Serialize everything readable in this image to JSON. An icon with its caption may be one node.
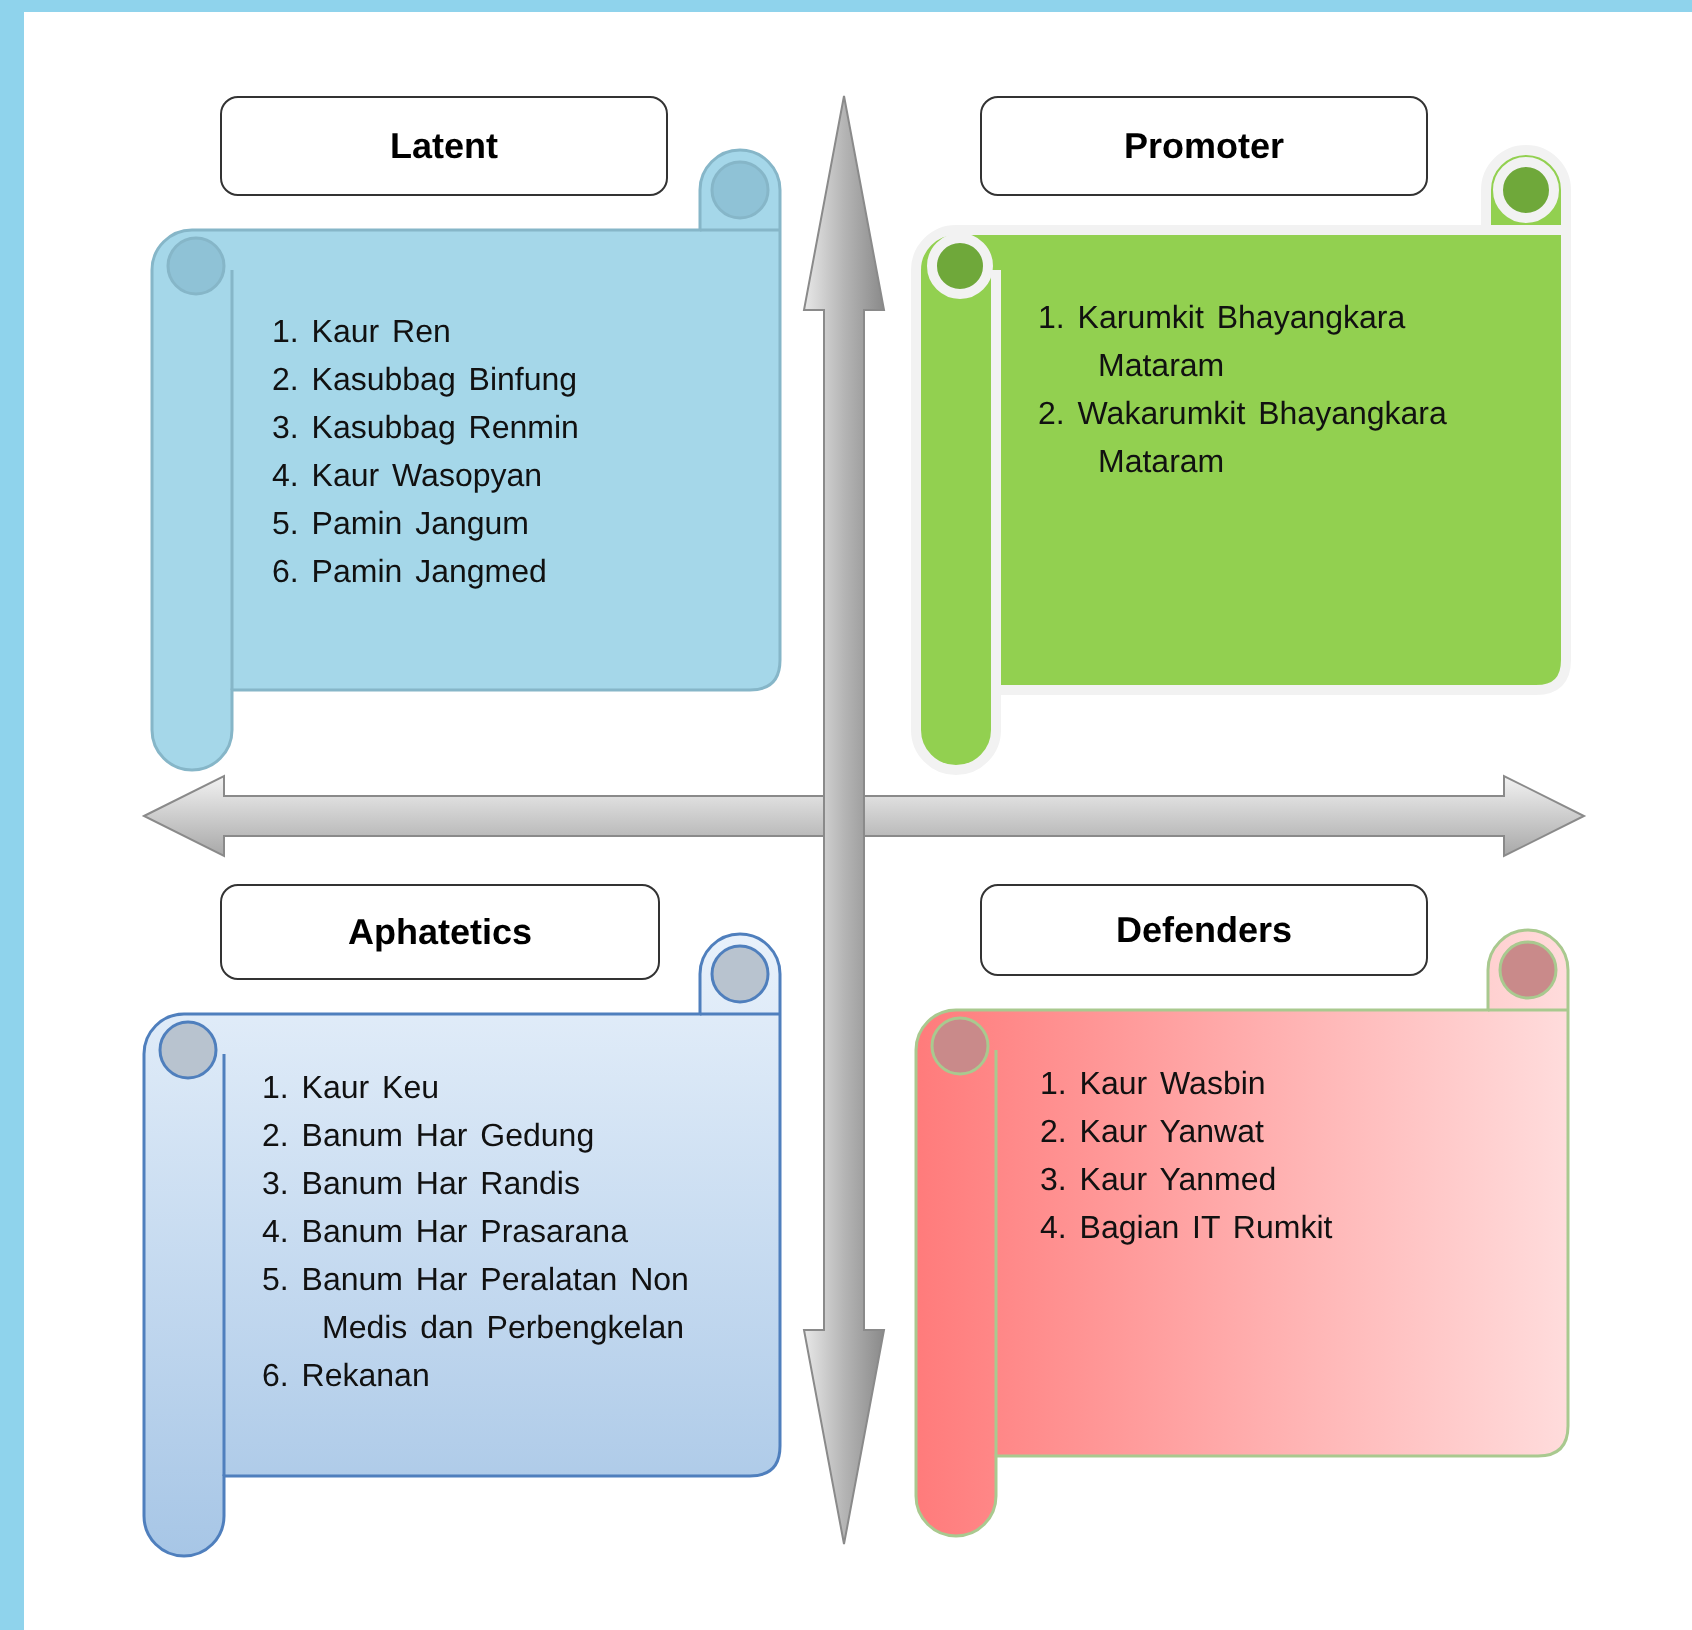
{
  "diagram": {
    "nodes": [
      {
        "text": [
          "Latent"
        ]
      },
      {
        "text": [
          "1. Kaur Ren",
          "2. Kasubbag Binfung",
          "3. Kasubbag Renmin",
          "4. Kaur Wasopyan",
          "5. Pamin Jangum",
          "6. Pamin Jangmed"
        ]
      },
      {
        "text": [
          "Promoter"
        ]
      },
      {
        "text": [
          "1. Karumkit Bhayangkara Mataram",
          "2. Wakarumkit Bhayangkara Mataram"
        ]
      },
      {
        "text": [
          "Aphatetics"
        ]
      },
      {
        "text": [
          "1. Kaur Keu",
          "2. Banum Har Gedung",
          "3. Banum Har Randis",
          "4. Banum Har Prasarana",
          "5. Banum Har Peralatan Non Medis dan Perbengkelan",
          "6. Rekanan"
        ]
      },
      {
        "text": [
          "Defenders"
        ]
      },
      {
        "text": [
          "1. Kaur Wasbin",
          "2. Kaur Yanwat",
          "3. Kaur Yanmed",
          "4. Bagian IT Rumkit"
        ]
      }
    ]
  }
}
